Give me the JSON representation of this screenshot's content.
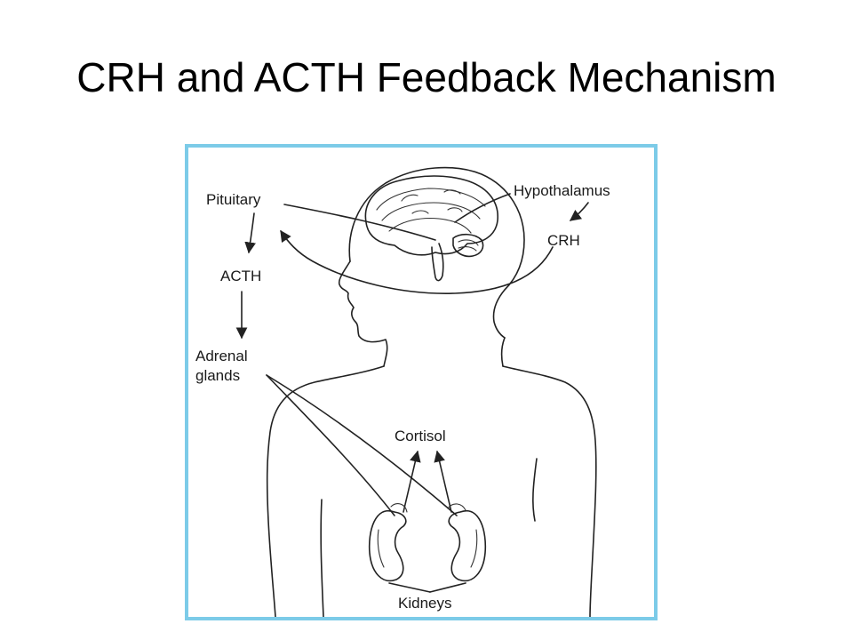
{
  "slide": {
    "title": "CRH and ACTH Feedback Mechanism"
  },
  "diagram": {
    "labels": {
      "pituitary": "Pituitary",
      "hypothalamus": "Hypothalamus",
      "crh": "CRH",
      "acth": "ACTH",
      "adrenal_line1": "Adrenal",
      "adrenal_line2": "glands",
      "cortisol": "Cortisol",
      "kidneys": "Kidneys"
    },
    "colors": {
      "frame_border": "#7ccbe8",
      "line": "#222222"
    }
  }
}
